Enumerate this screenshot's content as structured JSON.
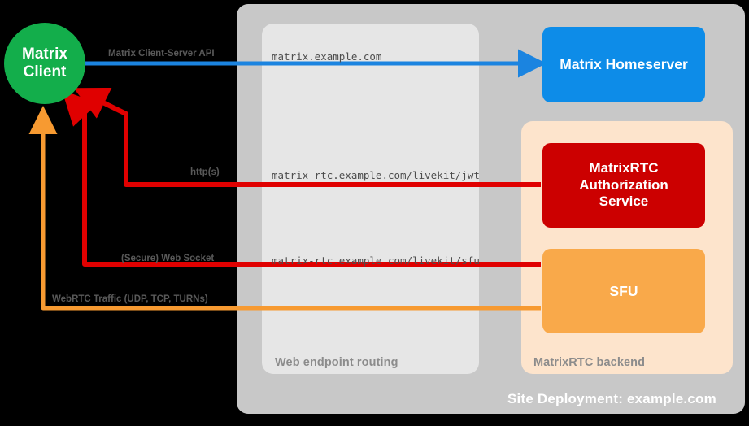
{
  "diagram": {
    "type": "architecture-diagram",
    "background": "#000000",
    "site": {
      "label": "Site Deployment: example.com",
      "color": "#c8c8c8"
    },
    "groups": [
      {
        "id": "routing",
        "label": "Web endpoint routing",
        "color": "#e6e6e6"
      },
      {
        "id": "backend",
        "label": "MatrixRTC backend",
        "color": "#fde4cc"
      }
    ],
    "nodes": {
      "client": {
        "line1": "Matrix",
        "line2": "Client",
        "color": "#13ae4b",
        "shape": "circle"
      },
      "homeserver": {
        "label": "Matrix Homeserver",
        "color": "#0d8ce8",
        "shape": "rounded-rect"
      },
      "auth": {
        "line1": "MatrixRTC",
        "line2": "Authorization",
        "line3": "Service",
        "color": "#cc0000",
        "shape": "rounded-rect"
      },
      "sfu": {
        "label": "SFU",
        "color": "#f9a94a",
        "shape": "rounded-rect"
      }
    },
    "edges": [
      {
        "id": "cs-api",
        "label": "Matrix Client-Server API",
        "url": "matrix.example.com",
        "color": "#1b84e0",
        "from": "client",
        "to": "homeserver",
        "direction": "bidirectional"
      },
      {
        "id": "https",
        "label": "http(s)",
        "url": "matrix-rtc.example.com/livekit/jwt",
        "color": "#e00000",
        "from": "auth",
        "to": "client",
        "direction": "to-client"
      },
      {
        "id": "websocket",
        "label": "(Secure) Web Socket",
        "url": "matrix-rtc.example.com/livekit/sfu",
        "color": "#e00000",
        "from": "sfu",
        "to": "client",
        "direction": "to-client"
      },
      {
        "id": "webrtc",
        "label": "WebRTC Traffic (UDP, TCP, TURNs)",
        "url": "",
        "color": "#f79a31",
        "from": "sfu",
        "to": "client",
        "direction": "to-client"
      }
    ]
  }
}
